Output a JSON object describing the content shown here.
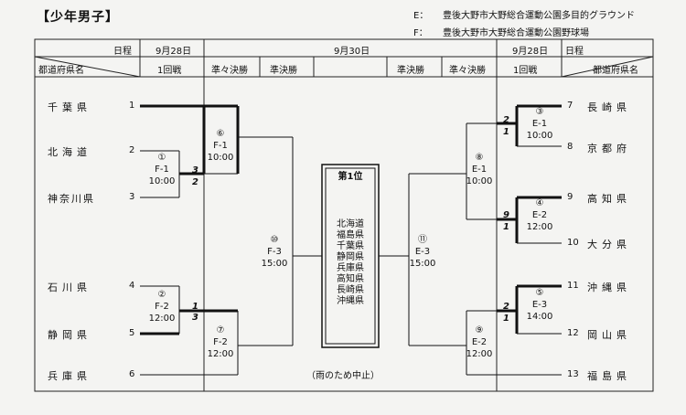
{
  "heading": "【少年男子】",
  "venues": [
    {
      "code": "E：",
      "name": "豊後大野市大野総合運動公園多目的グラウンド"
    },
    {
      "code": "F：",
      "name": "豊後大野市大野総合運動公園野球場"
    }
  ],
  "header": {
    "left_schedule_label": "日程",
    "left_prefecture_label": "都道府県名",
    "right_schedule_label": "日程",
    "right_prefecture_label": "都道府県名",
    "date_left": "9月28日",
    "date_center": "9月30日",
    "date_right": "9月28日",
    "round_left_1": "1回戦",
    "round_left_qf": "準々決勝",
    "round_left_sf": "準決勝",
    "round_right_sf": "準決勝",
    "round_right_qf": "準々決勝",
    "round_right_1": "1回戦"
  },
  "teams_left": [
    {
      "name": "千葉県",
      "num": "1"
    },
    {
      "name": "北海道",
      "num": "2"
    },
    {
      "name": "神奈川県",
      "num": "3"
    },
    {
      "name": "石川県",
      "num": "4"
    },
    {
      "name": "静岡県",
      "num": "5"
    },
    {
      "name": "兵庫県",
      "num": "6"
    }
  ],
  "teams_right": [
    {
      "num": "7",
      "name": "長崎県"
    },
    {
      "num": "8",
      "name": "京都府"
    },
    {
      "num": "9",
      "name": "高知県"
    },
    {
      "num": "10",
      "name": "大分県"
    },
    {
      "num": "11",
      "name": "沖縄県"
    },
    {
      "num": "12",
      "name": "岡山県"
    },
    {
      "num": "13",
      "name": "福島県"
    }
  ],
  "matches": {
    "m1": {
      "no": "①",
      "venue": "F-1",
      "time": "10:00"
    },
    "m2": {
      "no": "②",
      "venue": "F-2",
      "time": "12:00"
    },
    "m3": {
      "no": "③",
      "venue": "E-1",
      "time": "10:00"
    },
    "m4": {
      "no": "④",
      "venue": "E-2",
      "time": "12:00"
    },
    "m5": {
      "no": "⑤",
      "venue": "E-3",
      "time": "14:00"
    },
    "m6": {
      "no": "⑥",
      "venue": "F-1",
      "time": "10:00"
    },
    "m7": {
      "no": "⑦",
      "venue": "F-2",
      "time": "12:00"
    },
    "m8": {
      "no": "⑧",
      "venue": "E-1",
      "time": "10:00"
    },
    "m9": {
      "no": "⑨",
      "venue": "E-2",
      "time": "12:00"
    },
    "m10": {
      "no": "⑩",
      "venue": "F-3",
      "time": "15:00"
    },
    "m11": {
      "no": "⑪",
      "venue": "E-3",
      "time": "15:00"
    }
  },
  "scores": {
    "m1_top": "3",
    "m1_bottom": "2",
    "m2_top": "1",
    "m2_bottom": "3",
    "m3_top": "2",
    "m3_bottom": "1",
    "m4_top": "9",
    "m4_bottom": "1",
    "m5_top": "2",
    "m5_bottom": "1"
  },
  "winner": {
    "label": "第1位",
    "teams": [
      "北海道",
      "福島県",
      "千葉県",
      "静岡県",
      "兵庫県",
      "高知県",
      "長崎県",
      "沖縄県"
    ]
  },
  "note": "（雨のため中止）"
}
